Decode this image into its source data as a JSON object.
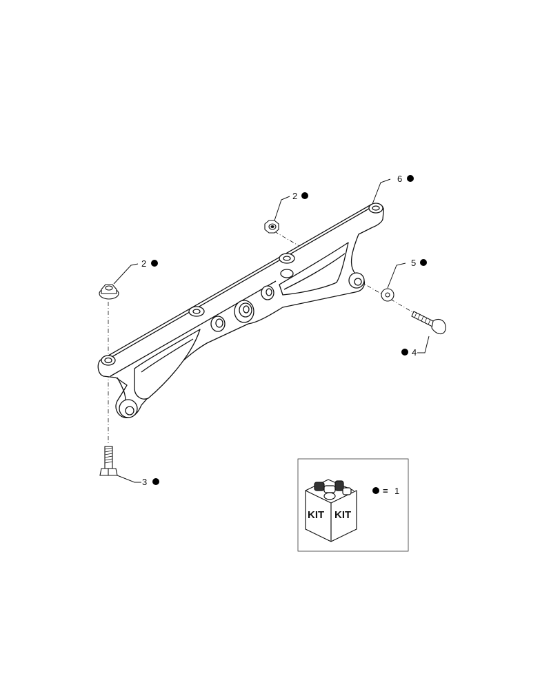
{
  "callouts": {
    "nut_top": "2",
    "nut_left": "2",
    "bracket": "6",
    "washer": "5",
    "bolt_right": "4",
    "bolt_bottom": "3"
  },
  "legend": {
    "kit_label_left": "KIT",
    "kit_label_right": "KIT",
    "equals": "=",
    "value": "1"
  },
  "colors": {
    "line": "#111111",
    "marker": "#000000"
  }
}
